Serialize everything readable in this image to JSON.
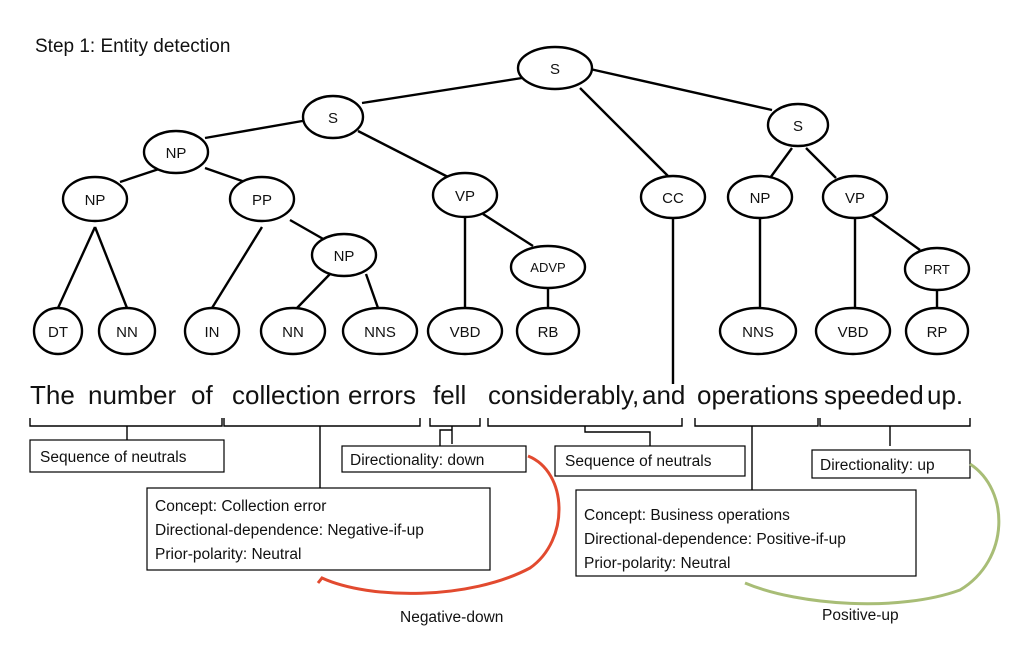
{
  "title": "Step 1: Entity detection",
  "tree": {
    "nodes": {
      "s_root": "S",
      "s_left": "S",
      "s_right": "S",
      "np_top": "NP",
      "np_the": "NP",
      "pp": "PP",
      "np_coll": "NP",
      "vp_fell": "VP",
      "advp": "ADVP",
      "cc": "CC",
      "np_ops": "NP",
      "vp_speed": "VP",
      "prt": "PRT",
      "dt": "DT",
      "nn_number": "NN",
      "in": "IN",
      "nn_collection": "NN",
      "nns_errors": "NNS",
      "vbd_fell": "VBD",
      "rb": "RB",
      "nns_ops": "NNS",
      "vbd_speed": "VBD",
      "rp": "RP"
    }
  },
  "sentence": [
    "The",
    "number",
    "of",
    "collection",
    "errors",
    "fell",
    "considerably,",
    "and",
    "operations",
    "speeded",
    "up."
  ],
  "annotations": {
    "seq1": "Sequence of neutrals",
    "dir_down": "Directionality: down",
    "seq2": "Sequence of neutrals",
    "dir_up": "Directionality: up",
    "concept_left": {
      "line1": "Concept: Collection error",
      "line2": "Directional-dependence: Negative-if-up",
      "line3": "Prior-polarity: Neutral"
    },
    "concept_right": {
      "line1": "Concept: Business operations",
      "line2": "Directional-dependence: Positive-if-up",
      "line3": "Prior-polarity: Neutral"
    }
  },
  "results": {
    "negative": "Negative-down",
    "positive": "Positive-up"
  },
  "colors": {
    "negative_arc": "#e24a2f",
    "positive_arc": "#a8bd76"
  }
}
